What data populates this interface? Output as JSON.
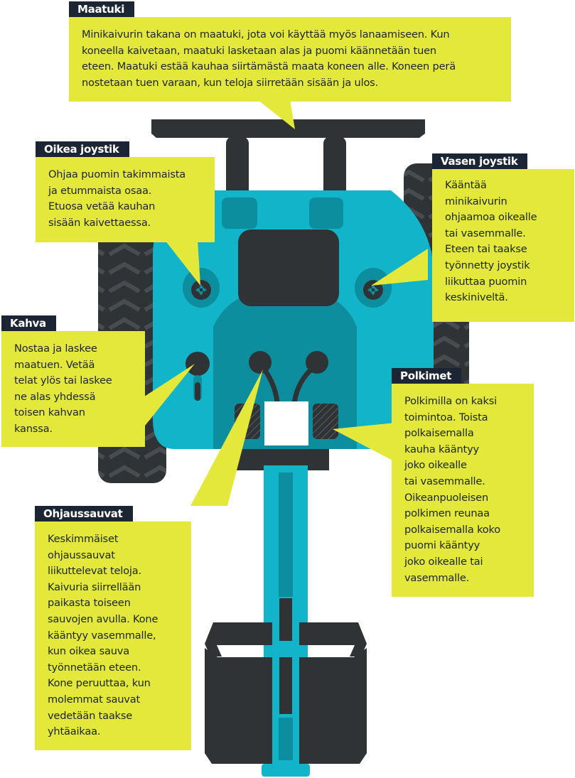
{
  "colors": {
    "dark": "#2f3336",
    "cab": "#12b4c9",
    "cab_shade": "#0d8e9f",
    "highlight": "#e3e83a",
    "label_bg": "#1b2533"
  },
  "callouts": {
    "maatuki": {
      "title": "Maatuki",
      "lines": [
        "Minikaivurin takana on maatuki, jota voi käyttää myös lanaamiseen. Kun",
        "koneella kaivetaan, maatuki lasketaan alas ja puomi käännetään tuen",
        "eteen. Maatuki estää kauhaa siirtämästä maata koneen alle. Koneen perä",
        "nostetaan tuen varaan, kun teloja siirretään sisään ja ulos."
      ]
    },
    "oikea_joystik": {
      "title": "Oikea joystik",
      "lines": [
        "Ohjaa puomin takimmaista",
        "ja etummaista osaa.",
        "Etuosa vetää kauhan",
        "sisään kaivettaessa."
      ]
    },
    "vasen_joystik": {
      "title": "Vasen joystik",
      "lines": [
        "Kääntää",
        "minikaivurin",
        "ohjaamoa oikealle",
        "tai vasemmalle.",
        "Eteen tai taakse",
        "työnnetty joystik",
        "liikuttaa puomin",
        "keskiniveltä."
      ]
    },
    "kahva": {
      "title": "Kahva",
      "lines": [
        "Nostaa ja laskee",
        "maatuen. Vetää",
        "telat ylös tai laskee",
        "ne alas yhdessä",
        "toisen kahvan",
        "kanssa."
      ]
    },
    "polkimet": {
      "title": "Polkimet",
      "lines": [
        "Polkimilla on kaksi",
        "toimintoa. Toista",
        "polkaisemalla",
        "kauha kääntyy",
        "joko oikealle",
        "tai vasemmalle.",
        "Oikeanpuoleisen",
        "polkimen reunaa",
        "polkaisemalla koko",
        "puomi kääntyy",
        "joko oikealle tai",
        "vasemmalle."
      ]
    },
    "ohjaussauvat": {
      "title": "Ohjaussauvat",
      "lines": [
        "Keskimmäiset",
        "ohjaussauvat",
        "liikuttelevat teloja.",
        "Kaivuria siirrellään",
        "paikasta toiseen",
        "sauvojen avulla. Kone",
        "kääntyy vasemmalle,",
        "kun oikea sauva",
        "työnnetään eteen.",
        "Kone peruuttaa, kun",
        "molemmat sauvat",
        "vedetään taakse",
        "yhtäaikaa."
      ]
    }
  }
}
